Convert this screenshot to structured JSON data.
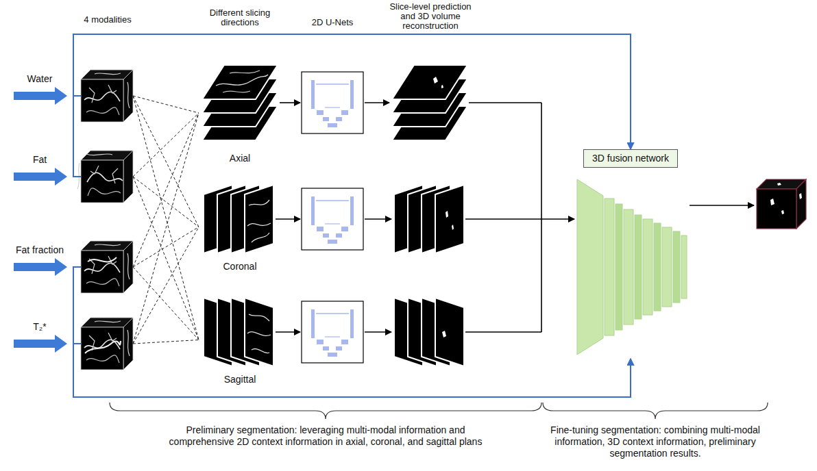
{
  "diagram": {
    "nodes": [
      {
        "text": [
          "Water"
        ]
      },
      {
        "text": [
          "Fat"
        ]
      },
      {
        "text": [
          "Fat fraction"
        ]
      },
      {
        "text": [
          "T₂*"
        ]
      },
      {
        "text": [
          "Axial"
        ]
      },
      {
        "text": [
          "Coronal"
        ]
      },
      {
        "text": [
          "Sagittal"
        ]
      },
      {
        "text": [
          "3D fusion network"
        ]
      }
    ],
    "edges": [
      {
        "from": 0,
        "to": 4,
        "arrow": "none"
      },
      {
        "from": 0,
        "to": 5,
        "arrow": "none"
      },
      {
        "from": 0,
        "to": 6,
        "arrow": "none"
      },
      {
        "from": 1,
        "to": 4,
        "arrow": "none"
      },
      {
        "from": 1,
        "to": 5,
        "arrow": "none"
      },
      {
        "from": 1,
        "to": 6,
        "arrow": "none"
      },
      {
        "from": 2,
        "to": 4,
        "arrow": "none"
      },
      {
        "from": 2,
        "to": 5,
        "arrow": "none"
      },
      {
        "from": 2,
        "to": 6,
        "arrow": "none"
      },
      {
        "from": 3,
        "to": 4,
        "arrow": "none"
      },
      {
        "from": 3,
        "to": 5,
        "arrow": "none"
      },
      {
        "from": 3,
        "to": 6,
        "arrow": "none"
      },
      {
        "from": 0,
        "to": 7,
        "arrow": "to"
      },
      {
        "from": 1,
        "to": 7,
        "arrow": "to"
      },
      {
        "from": 2,
        "to": 7,
        "arrow": "to"
      },
      {
        "from": 3,
        "to": 7,
        "arrow": "to"
      }
    ],
    "labels": [
      "4 modalities",
      "Different slicing directions",
      "2D U-Nets",
      "Slice-level prediction and 3D volume reconstruction",
      "Preliminary segmentation: leveraging multi-modal information and comprehensive 2D context information in axial, coronal, and sagittal plans",
      "Fine-tuning segmentation: combining multi-modal information, 3D context information, preliminary segmentation results."
    ]
  }
}
